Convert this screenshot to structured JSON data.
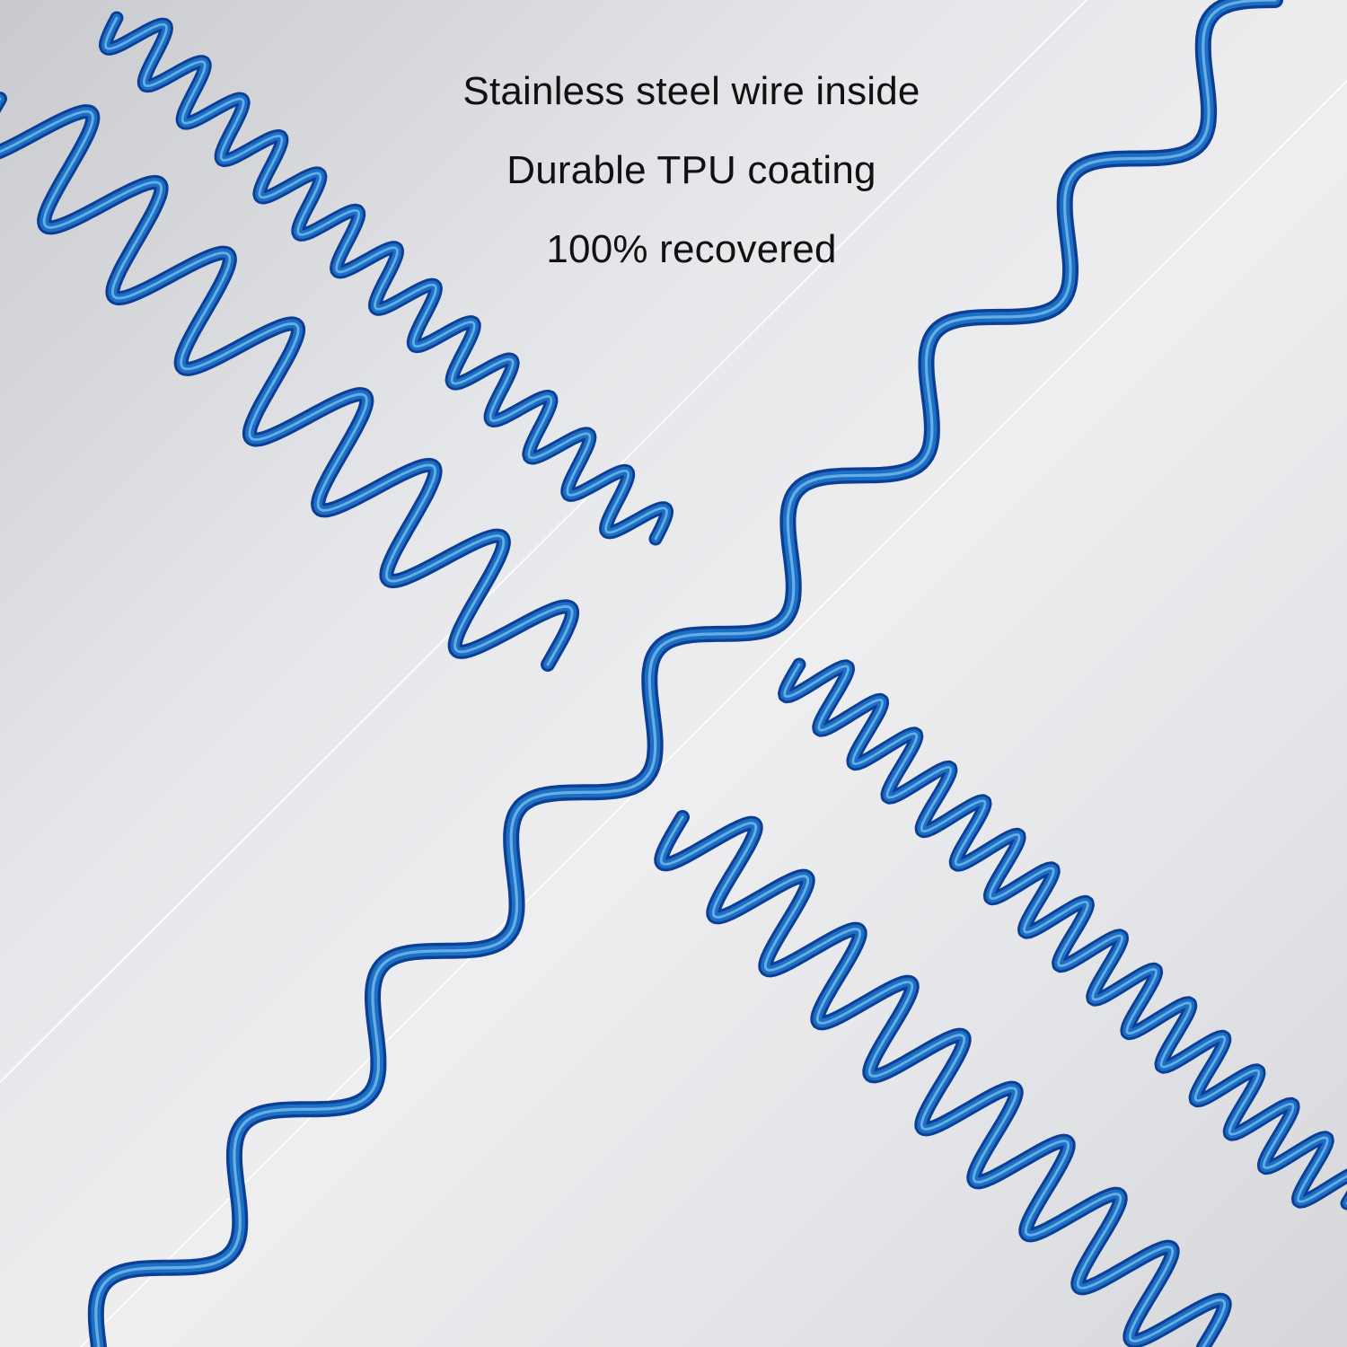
{
  "features": [
    "Stainless steel wire inside",
    "Durable TPU coating",
    "100% recovered"
  ],
  "colors": {
    "coil_dark": "#0b3e94",
    "coil_mid": "#1d6fc4",
    "coil_light": "#7cc2f0",
    "divider": "#ffffff"
  },
  "illustration": {
    "subject": "blue coiled spring cables",
    "coil_count": 5
  }
}
